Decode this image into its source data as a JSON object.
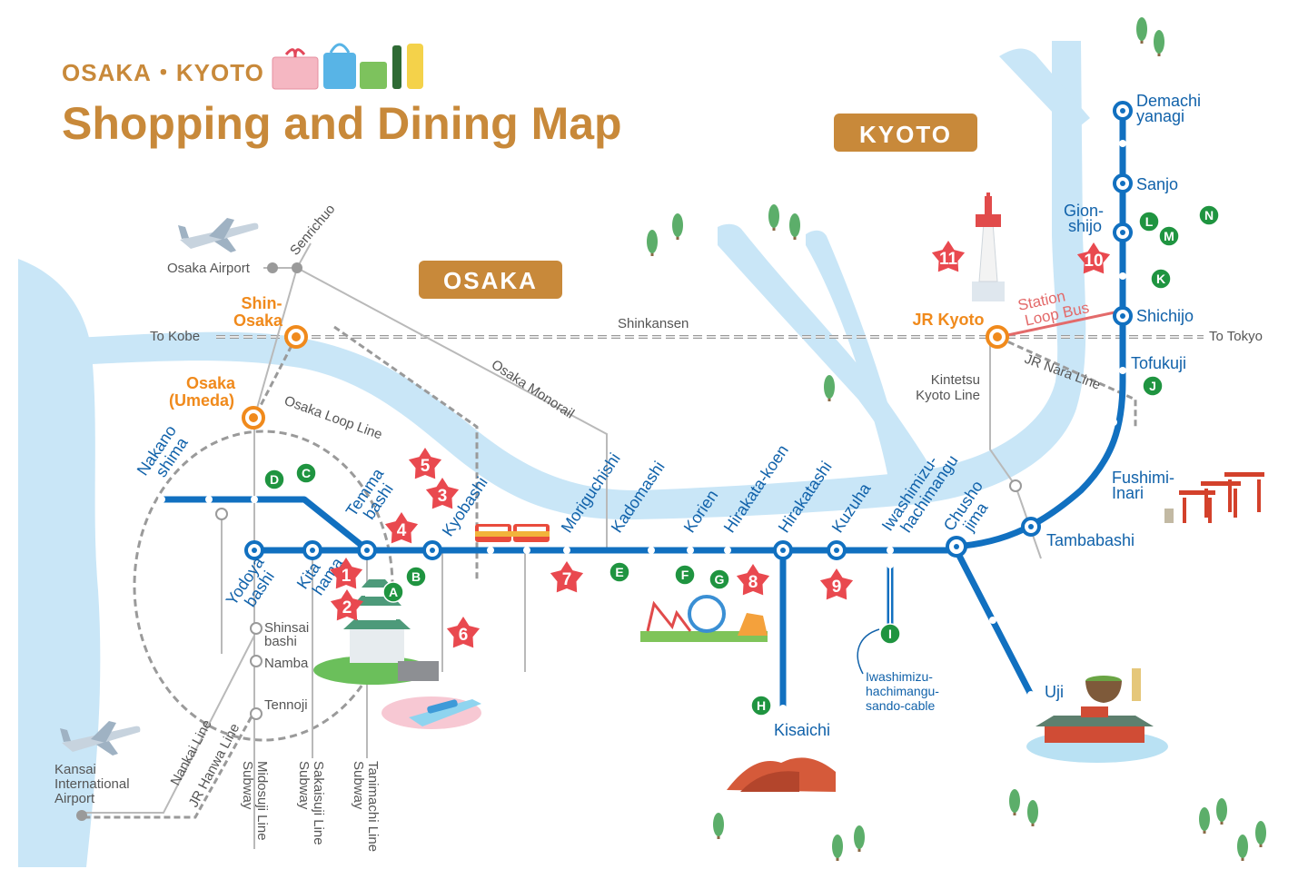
{
  "header": {
    "subtitle": "OSAKA・KYOTO",
    "title": "Shopping and Dining Map"
  },
  "regions": {
    "kyoto": "KYOTO",
    "osaka": "OSAKA"
  },
  "colors": {
    "river": "#c9e6f7",
    "keihan_line": "#1170c0",
    "station_text": "#1162aa",
    "jr_station": "#f08a1c",
    "title": "#c8893a",
    "region_badge": "#c8893a",
    "spot_star": "#e9494f",
    "spot_circle": "#1f9440",
    "bus_line": "#e36a6a",
    "rail_gray": "#b5b5b5"
  },
  "stations": {
    "demachiyanagi": "Demachi\nyanagi",
    "sanjo": "Sanjo",
    "gionshijo": "Gion-\nshijo",
    "shichijo": "Shichijo",
    "tofukuji": "Tofukuji",
    "fushimiinari": "Fushimi-\nInari",
    "tambabashi": "Tambabashi",
    "chushojima": "Chusho\njima",
    "uji": "Uji",
    "iwashimizu": "Iwashimizu-\nhachimangu",
    "kuzuha": "Kuzuha",
    "hirakatashi": "Hirakatashi",
    "hirakatakoen": "Hirakata-koen",
    "korien": "Korien",
    "kadomashi": "Kadomashi",
    "moriguchishi": "Moriguchishi",
    "kyobashi": "Kyobashi",
    "temmabashi": "Temma\nbashi",
    "kitahama": "Kita\nhama",
    "yodoyabashi": "Yodoya\nbashi",
    "nakanoshima": "Nakano\nshima",
    "kisaichi": "Kisaichi"
  },
  "jr_stations": {
    "shin_osaka": "Shin-\nOsaka",
    "osaka_umeda": "Osaka\n(Umeda)",
    "jr_kyoto": "JR Kyoto"
  },
  "labels": {
    "osaka_airport": "Osaka Airport",
    "senrichuo": "Senrichuo",
    "to_kobe": "To Kobe",
    "to_tokyo": "To Tokyo",
    "shinkansen": "Shinkansen",
    "osaka_monorail": "Osaka Monorail",
    "osaka_loop_line": "Osaka Loop Line",
    "station_loop_bus": "Station\nLoop Bus",
    "jr_nara_line": "JR Nara Line",
    "kintetsu": "Kintetsu\nKyoto Line",
    "shinsaibashi": "Shinsai\nbashi",
    "namba": "Namba",
    "tennoji": "Tennoji",
    "kansai_airport": "Kansai\nInternational\nAirport",
    "nankai_line": "Nankai Line",
    "jr_hanwa_line": "JR Hanwa Line",
    "midosuji": "Subway\nMidosuji Line",
    "sakaisuji": "Subway\nSakaisuji Line",
    "tanimachi": "Subway\nTanimachi Line",
    "cable": "Iwashimizu-\nhachimangu-\nsando-cable"
  },
  "star_spots": [
    "1",
    "2",
    "4",
    "5",
    "3",
    "6",
    "7",
    "8",
    "9",
    "10",
    "11"
  ],
  "circle_spots": [
    "A",
    "B",
    "C",
    "D",
    "E",
    "F",
    "G",
    "H",
    "I",
    "J",
    "K",
    "L",
    "M",
    "N"
  ]
}
